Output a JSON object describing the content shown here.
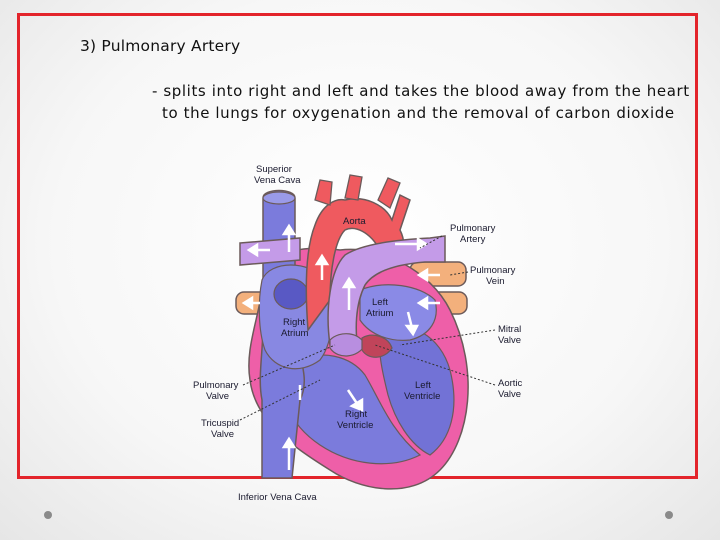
{
  "slide": {
    "title": "3) Pulmonary Artery",
    "bullet": "- splits into right and left and takes the blood away from the heart to the lungs for oxygenation and the removal of carbon dioxide"
  },
  "diagram": {
    "labels": {
      "svc_line1": "Superior",
      "svc_line2": "Vena Cava",
      "aorta": "Aorta",
      "pa_line1": "Pulmonary",
      "pa_line2": "Artery",
      "pv_line1": "Pulmonary",
      "pv_line2": "Vein",
      "la_line1": "Left",
      "la_line2": "Atrium",
      "ra_line1": "Right",
      "ra_line2": "Atrium",
      "mitral_line1": "Mitral",
      "mitral_line2": "Valve",
      "lv_line1": "Left",
      "lv_line2": "Ventricle",
      "aortic_line1": "Aortic",
      "aortic_line2": "Valve",
      "pulm_valve_line1": "Pulmonary",
      "pulm_valve_line2": "Valve",
      "rv_line1": "Right",
      "rv_line2": "Ventricle",
      "tricuspid_line1": "Tricuspid",
      "tricuspid_line2": "Valve",
      "ivc": "Inferior Vena Cava"
    }
  },
  "colors": {
    "frame": "#e3242b",
    "deoxygenated": "#7b7bdc",
    "oxygenated": "#ef5a5f",
    "heart_wall": "#ee5fa8",
    "pulmonary_vein": "#f3b07c",
    "pulmonary_artery": "#c49be8"
  }
}
